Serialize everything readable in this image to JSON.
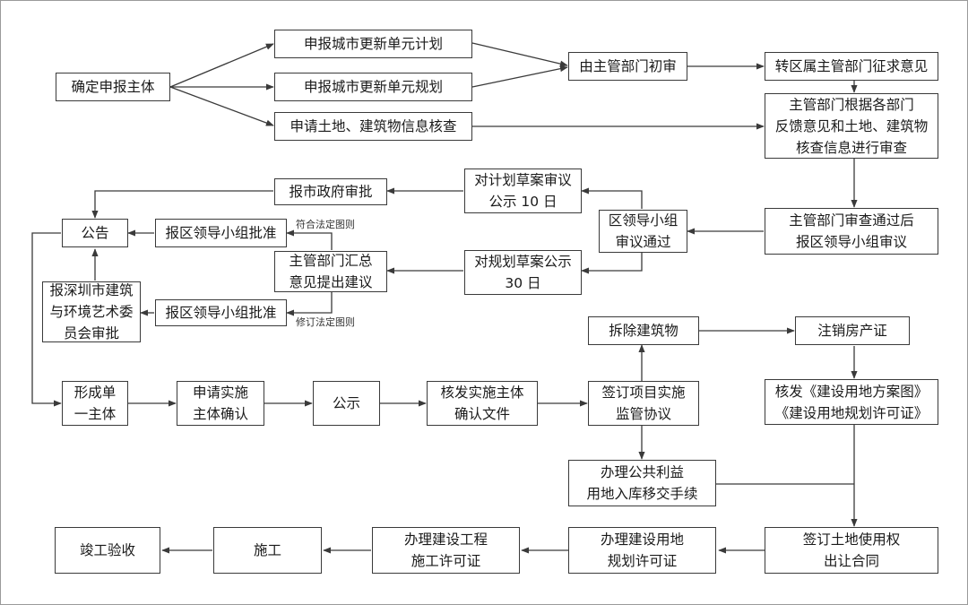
{
  "nodes": {
    "confirm_subject": "确定申报主体",
    "plan_declare": "申报城市更新单元计划",
    "planning_declare": "申报城市更新单元规划",
    "land_check": "申请土地、建筑物信息核查",
    "initial_review": "由主管部门初审",
    "district_opinion": "转区属主管部门征求意见",
    "dept_review": "主管部门根据各部门\n反馈意见和土地、建筑物\n核查信息进行审查",
    "dept_pass": "主管部门审查通过后\n报区领导小组审议",
    "group_pass": "区领导小组\n审议通过",
    "plan_publicity": "对计划草案审议\n公示 10 日",
    "planning_publicity": "对规划草案公示\n30 日",
    "city_gov_approval": "报市政府审批",
    "announcement": "公告",
    "group_approve_1": "报区领导小组批准",
    "dept_summary": "主管部门汇总\n意见提出建议",
    "art_committee": "报深圳市建筑\n与环境艺术委\n员会审批",
    "group_approve_2": "报区领导小组批准",
    "single_subject": "形成单\n一主体",
    "apply_confirm": "申请实施\n主体确认",
    "publicity": "公示",
    "issue_document": "核发实施主体\n确认文件",
    "sign_agreement": "签订项目实施\n监管协议",
    "demolish": "拆除建筑物",
    "cancel_certificate": "注销房产证",
    "issue_permits": "核发《建设用地方案图》\n《建设用地规划许可证》",
    "public_land": "办理公共利益\n用地入库移交手续",
    "sign_land_contract": "签订土地使用权\n出让合同",
    "land_permit": "办理建设用地\n规划许可证",
    "construction_permit": "办理建设工程\n施工许可证",
    "construction": "施工",
    "completion": "竣工验收"
  },
  "notes": {
    "conform": "符合法定图则",
    "revise": "修订法定图则"
  },
  "colors": {
    "line": "#3a3a3a",
    "border": "#9a9a9a"
  }
}
